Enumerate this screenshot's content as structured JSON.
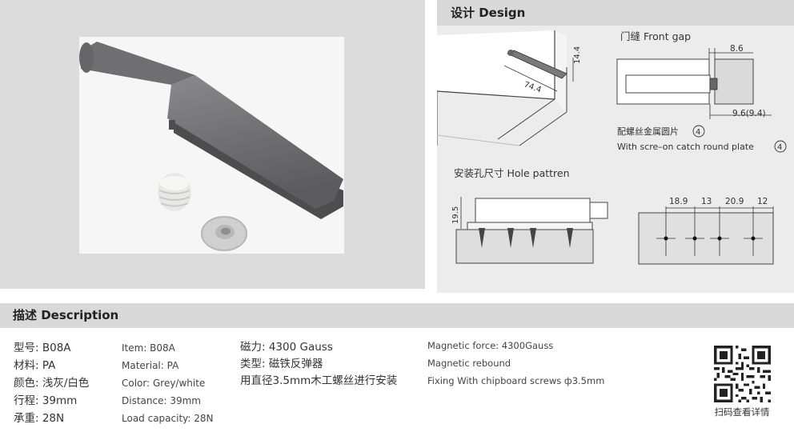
{
  "design_title": "设计 Design",
  "front_gap_label": "门缝 Front gap",
  "dims": {
    "d1": "74.4",
    "d2": "14.4",
    "d3": "8.6",
    "d4": "9.6(9.4)",
    "hole_height": "19.5",
    "s1": "18.9",
    "s2": "13",
    "s3": "20.9",
    "s4": "12"
  },
  "catch_plate_cn": "配螺丝金属圆片",
  "catch_plate_en": "With scre–on catch round plate",
  "catch_plate_num": "4",
  "hole_pattern_label": "安装孔尺寸 Hole pattren",
  "description_title": "描述 Description",
  "spec_cn": [
    "型号: B08A",
    "材料: PA",
    "颜色: 浅灰/白色",
    "行程: 39mm",
    "承重: 28N"
  ],
  "spec_en": [
    "Item: B08A",
    "Material: PA",
    "Color: Grey/white",
    "Distance: 39mm",
    "Load capacity: 28N"
  ],
  "feature_cn": [
    "磁力: 4300 Gauss",
    "类型: 磁铁反弹器",
    "用直径3.5mm木工螺丝进行安装"
  ],
  "feature_en": [
    "Magnetic force: 4300Gauss",
    "Magnetic rebound",
    "Fixing With chipboard screws ф3.5mm"
  ],
  "qr_caption": "扫码查看详情",
  "colors": {
    "product_grey": "#7a7a7c",
    "panel_bg": "#ececec",
    "header_bg": "#d9d9d9"
  }
}
